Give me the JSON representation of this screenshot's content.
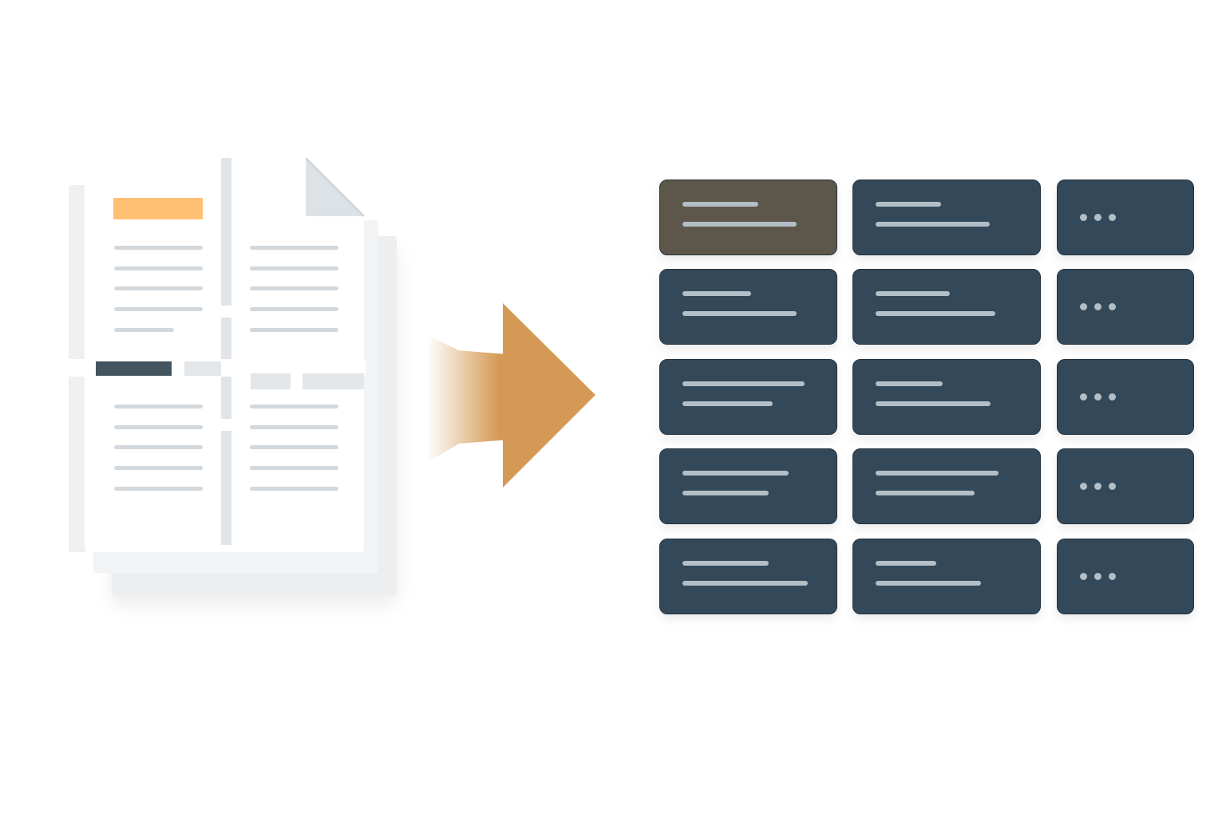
{
  "colors": {
    "background": "#ffffff",
    "page": "#ffffff",
    "page_back": "#eef0f2",
    "page_line": "#d3d8dc",
    "highlight": "#ffc073",
    "dark_bar": "#43545f",
    "arrow": "#d49a55",
    "cell": "#33495a",
    "cell_highlight": "#5c574a",
    "cell_bar": "#b3bec6"
  },
  "grid": {
    "rows": 5,
    "columns": 3,
    "highlighted_cell": [
      0,
      0
    ]
  }
}
